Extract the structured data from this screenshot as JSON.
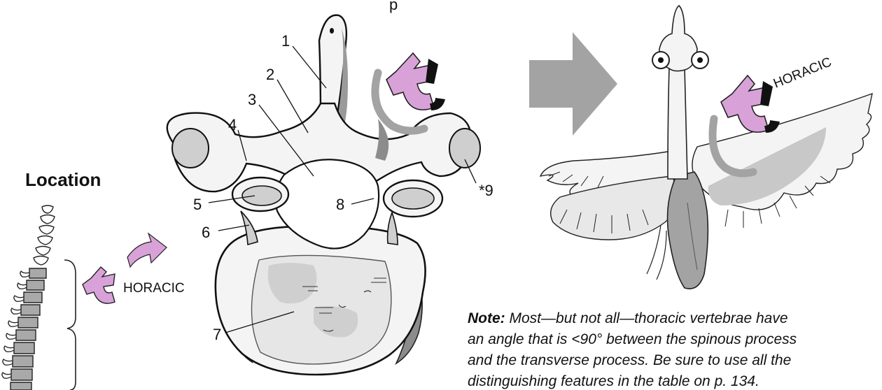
{
  "location_title": "Location",
  "top_label_fragment": "p",
  "mnemonic": {
    "left_text": "HORACIC",
    "right_text": "HORACIC",
    "letter": "t"
  },
  "labels": {
    "l1": "1",
    "l2": "2",
    "l3": "3",
    "l4": "4",
    "l5": "5",
    "l6": "6",
    "l7": "7",
    "l8": "8",
    "l9": "*9"
  },
  "note": {
    "bold": "Note:",
    "line1": " Most—but not all—thoracic vertebrae have",
    "line2": "an angle that is <90° between the spinous process",
    "line3": "and the transverse process. Be sure to use all the",
    "line4": "distinguishing features in the table on p. 134."
  },
  "colors": {
    "accent_pink": "#d8a2d8",
    "gray_arrow": "#a3a3a3",
    "shade": "#c8c8c8",
    "dark_shade": "#8c8c8c"
  }
}
